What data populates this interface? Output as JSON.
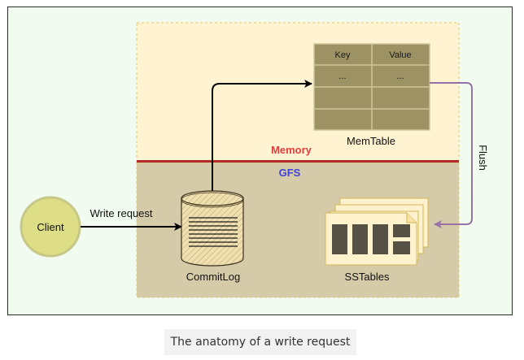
{
  "diagram": {
    "memory_label": "Memory",
    "gfs_label": "GFS",
    "memtable": {
      "label": "MemTable",
      "header_key": "Key",
      "header_value": "Value",
      "row_key": "...",
      "row_value": "..."
    },
    "client_label": "Client",
    "write_request_label": "Write request",
    "commitlog_label": "CommitLog",
    "sstables_label": "SSTables",
    "flush_label": "Flush"
  },
  "caption": "The anatomy of a write request",
  "colors": {
    "memory_region": "#fff3d1",
    "gfs_region": "#d5cba9",
    "memory_text": "#e04040",
    "gfs_text": "#4040d8",
    "separator": "#b22a2a",
    "client_fill": "#dede86",
    "memtable_fill": "#9c9264",
    "flush_arrow": "#9673a6"
  }
}
